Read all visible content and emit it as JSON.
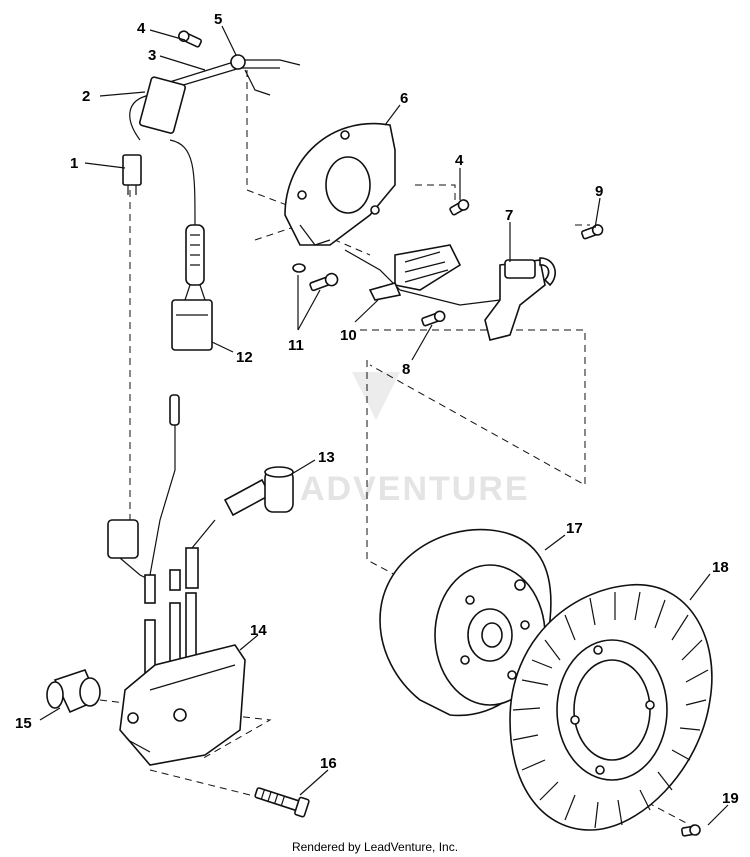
{
  "diagram": {
    "callouts": [
      {
        "id": "c1",
        "label": "1"
      },
      {
        "id": "c2",
        "label": "2"
      },
      {
        "id": "c3",
        "label": "3"
      },
      {
        "id": "c4a",
        "label": "4"
      },
      {
        "id": "c4b",
        "label": "4"
      },
      {
        "id": "c5",
        "label": "5"
      },
      {
        "id": "c6",
        "label": "6"
      },
      {
        "id": "c7",
        "label": "7"
      },
      {
        "id": "c8",
        "label": "8"
      },
      {
        "id": "c9",
        "label": "9"
      },
      {
        "id": "c10",
        "label": "10"
      },
      {
        "id": "c11",
        "label": "11"
      },
      {
        "id": "c12",
        "label": "12"
      },
      {
        "id": "c13",
        "label": "13"
      },
      {
        "id": "c14",
        "label": "14"
      },
      {
        "id": "c15",
        "label": "15"
      },
      {
        "id": "c16",
        "label": "16"
      },
      {
        "id": "c17",
        "label": "17"
      },
      {
        "id": "c18",
        "label": "18"
      },
      {
        "id": "c19",
        "label": "19"
      }
    ],
    "watermark": "ADVENTURE",
    "footer": "Rendered by LeadVenture, Inc."
  }
}
